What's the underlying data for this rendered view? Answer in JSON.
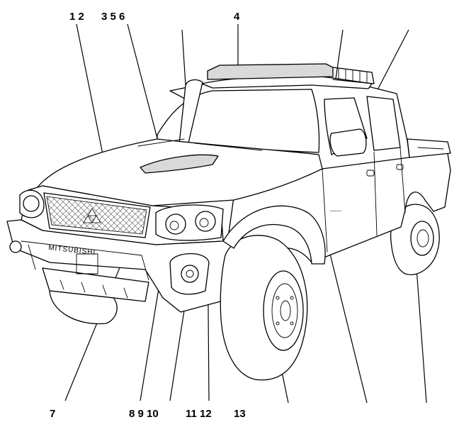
{
  "callouts_top": [
    "1 2",
    "3 5 6",
    "4"
  ],
  "callouts_bottom": [
    "7",
    "8 9 10",
    "11 12",
    "13"
  ],
  "grille_text": "MITSUBISHI",
  "icons": [
    "truck-illustration",
    "mitsubishi-emblem-icon"
  ]
}
